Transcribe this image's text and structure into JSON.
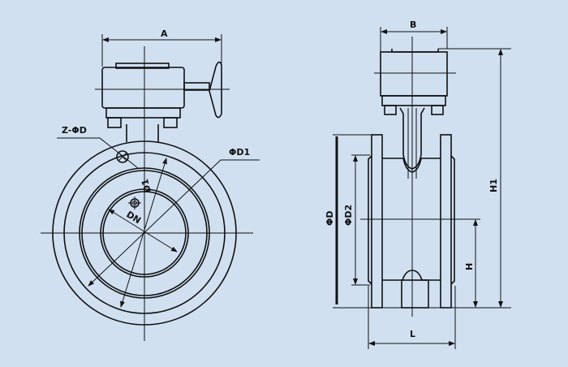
{
  "labels": {
    "a": "A",
    "z_phi_d": "Z-ΦD",
    "phi_d1": "ΦD1",
    "d1": "D1",
    "dn": "DN",
    "b": "B",
    "h1": "H1",
    "phi_d": "ΦD",
    "phi_d2": "ΦD2",
    "h": "H",
    "l": "L"
  },
  "colors": {
    "background": "#d0e0f1",
    "line": "#111111"
  }
}
